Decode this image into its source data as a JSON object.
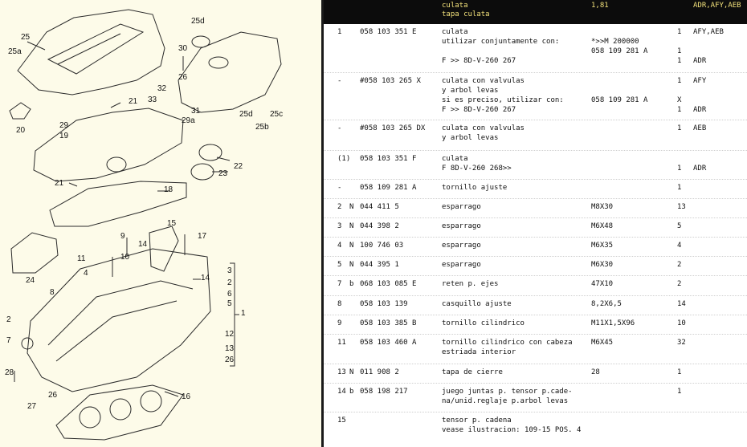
{
  "diagram": {
    "callouts": [
      "25",
      "25a",
      "25d",
      "30",
      "26",
      "20",
      "32",
      "33",
      "31",
      "29a",
      "25d",
      "25c",
      "25b",
      "21",
      "29",
      "19",
      "22",
      "23",
      "21",
      "18",
      "15",
      "9",
      "14",
      "17",
      "24",
      "11",
      "10",
      "14",
      "4",
      "8",
      "3",
      "2",
      "1",
      "5",
      "6",
      "7",
      "2",
      "12",
      "13",
      "26",
      "27",
      "28",
      "26",
      "16"
    ]
  },
  "header": {
    "title": "culata",
    "subtitle": "tapa culata",
    "displacement": "1,81",
    "engine_codes": "ADR,AFY,AEB"
  },
  "rows": [
    {
      "pos": "1",
      "prefix": "",
      "part": "058 103 351 E",
      "lines": [
        "culata",
        "   utilizar conjuntamente con:",
        "",
        "F           >> 8D-V-260 267"
      ],
      "spec": [
        "",
        "*>>M     200000",
        "058 109 281 A",
        ""
      ],
      "qty": [
        "1",
        "",
        "1",
        "1"
      ],
      "code": [
        "AFY,AEB",
        "",
        "",
        "ADR"
      ]
    },
    {
      "pos": "-",
      "prefix": "",
      "part": "#058 103 265  X",
      "lines": [
        "culata con valvulas",
        "y arbol levas",
        "  si es preciso, utilizar con:",
        "F           >> 8D-V-260 267"
      ],
      "spec": [
        "",
        "",
        "058 109 281 A",
        ""
      ],
      "qty": [
        "1",
        "",
        "X",
        "1"
      ],
      "code": [
        "AFY",
        "",
        "",
        "ADR"
      ]
    },
    {
      "pos": "-",
      "prefix": "",
      "part": "#058 103 265 DX",
      "lines": [
        "culata con valvulas",
        "y arbol levas"
      ],
      "spec": [
        "",
        ""
      ],
      "qty": [
        "1",
        ""
      ],
      "code": [
        "AEB",
        ""
      ]
    },
    {
      "pos": "(1)",
      "prefix": "",
      "part": "058 103 351 F",
      "lines": [
        "culata",
        "F 8D-V-260 268>>"
      ],
      "spec": [
        "",
        ""
      ],
      "qty": [
        "",
        "1"
      ],
      "code": [
        "",
        "ADR"
      ]
    },
    {
      "pos": "-",
      "prefix": "",
      "part": "058 109 281 A",
      "lines": [
        "tornillo ajuste"
      ],
      "spec": [
        ""
      ],
      "qty": [
        "1"
      ],
      "code": [
        ""
      ]
    },
    {
      "pos": "2",
      "prefix": "N",
      "part": "044 411 5",
      "lines": [
        "esparrago"
      ],
      "spec": [
        "M8X30"
      ],
      "qty": [
        "13"
      ],
      "code": [
        ""
      ]
    },
    {
      "pos": "3",
      "prefix": "N",
      "part": "044 398 2",
      "lines": [
        "esparrago"
      ],
      "spec": [
        "M6X48"
      ],
      "qty": [
        "5"
      ],
      "code": [
        ""
      ]
    },
    {
      "pos": "4",
      "prefix": "N",
      "part": "100 746 03",
      "lines": [
        "esparrago"
      ],
      "spec": [
        "M6X35"
      ],
      "qty": [
        "4"
      ],
      "code": [
        ""
      ]
    },
    {
      "pos": "5",
      "prefix": "N",
      "part": "044 395 1",
      "lines": [
        "esparrago"
      ],
      "spec": [
        "M6X30"
      ],
      "qty": [
        "2"
      ],
      "code": [
        ""
      ]
    },
    {
      "pos": "7",
      "prefix": "b",
      "part": "068 103 085 E",
      "lines": [
        "reten p. ejes"
      ],
      "spec": [
        "47X10"
      ],
      "qty": [
        "2"
      ],
      "code": [
        ""
      ]
    },
    {
      "pos": "8",
      "prefix": "",
      "part": "058 103 139",
      "lines": [
        "casquillo ajuste"
      ],
      "spec": [
        "8,2X6,5"
      ],
      "qty": [
        "14"
      ],
      "code": [
        ""
      ]
    },
    {
      "pos": "9",
      "prefix": "",
      "part": "058 103 385 B",
      "lines": [
        "tornillo cilindrico"
      ],
      "spec": [
        "M11X1,5X96"
      ],
      "qty": [
        "10"
      ],
      "code": [
        ""
      ]
    },
    {
      "pos": "11",
      "prefix": "",
      "part": "058 103 460 A",
      "lines": [
        "tornillo cilindrico con cabeza",
        "estriada interior"
      ],
      "spec": [
        "M6X45",
        ""
      ],
      "qty": [
        "32",
        ""
      ],
      "code": [
        "",
        ""
      ]
    },
    {
      "pos": "13",
      "prefix": "N",
      "part": "011 908 2",
      "lines": [
        "tapa de cierre"
      ],
      "spec": [
        "28"
      ],
      "qty": [
        "1"
      ],
      "code": [
        ""
      ]
    },
    {
      "pos": "14",
      "prefix": "b",
      "part": "058 198 217",
      "lines": [
        "juego juntas p. tensor p.cade-",
        "na/unid.reglaje p.arbol levas"
      ],
      "spec": [
        "",
        ""
      ],
      "qty": [
        "1",
        ""
      ],
      "code": [
        "",
        ""
      ]
    },
    {
      "pos": "15",
      "prefix": "",
      "part": "",
      "lines": [
        "tensor p. cadena",
        "    vease ilustracion:  109-15 POS.  4"
      ],
      "spec": [
        "",
        ""
      ],
      "qty": [
        "",
        ""
      ],
      "code": [
        "",
        ""
      ]
    }
  ]
}
